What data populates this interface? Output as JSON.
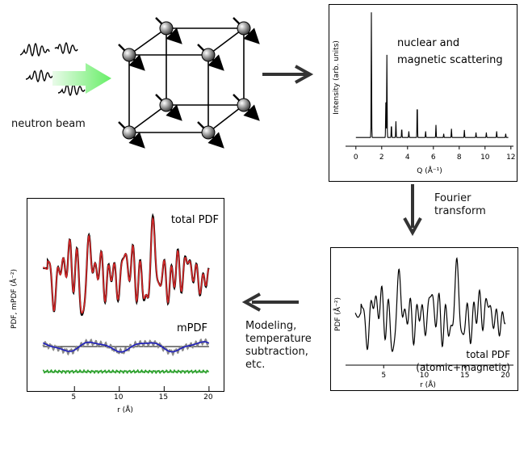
{
  "labels": {
    "neutron_beam": "neutron beam",
    "fourier_transform": [
      "Fourier",
      "transform"
    ],
    "modeling": [
      "Modeling,",
      "temperature",
      "subtraction,",
      "etc."
    ]
  },
  "diffraction": {
    "annotation": [
      "nuclear and",
      "magnetic scattering"
    ],
    "ylabel": "Intensity (arb. units)",
    "xlabel": "Q (Å⁻¹)",
    "xticks": [
      "0",
      "2",
      "4",
      "6",
      "8",
      "10",
      "12"
    ],
    "xlim": [
      -0.8,
      12.2
    ],
    "peaks": [
      {
        "q": 1.2,
        "h": 1.0
      },
      {
        "q": 2.4,
        "h": 0.66
      },
      {
        "q": 2.32,
        "h": 0.28
      },
      {
        "q": 2.75,
        "h": 0.1
      },
      {
        "q": 3.1,
        "h": 0.13
      },
      {
        "q": 3.55,
        "h": 0.07
      },
      {
        "q": 4.1,
        "h": 0.05
      },
      {
        "q": 4.75,
        "h": 0.26
      },
      {
        "q": 5.4,
        "h": 0.05
      },
      {
        "q": 6.2,
        "h": 0.1
      },
      {
        "q": 6.8,
        "h": 0.03
      },
      {
        "q": 7.4,
        "h": 0.07
      },
      {
        "q": 8.4,
        "h": 0.06
      },
      {
        "q": 9.3,
        "h": 0.04
      },
      {
        "q": 10.1,
        "h": 0.04
      },
      {
        "q": 10.9,
        "h": 0.05
      },
      {
        "q": 11.6,
        "h": 0.03
      }
    ]
  },
  "pdf_right": {
    "ylabel": "PDF (Å⁻²)",
    "xlabel": "r (Å)",
    "xticks": [
      "5",
      "10",
      "15",
      "20"
    ],
    "xlim": [
      0.3,
      21
    ],
    "annotation": [
      "total PDF",
      "(atomic+magnetic)"
    ]
  },
  "pdf_left": {
    "ylabel": "PDF, mPDF (Å⁻²)",
    "xlabel": "r (Å)",
    "xticks": [
      "5",
      "10",
      "15",
      "20"
    ],
    "xlim": [
      0.3,
      21
    ],
    "label_total": "total PDF",
    "label_mpdf": "mPDF"
  },
  "colors": {
    "data": "#000000",
    "fit": "#d62728",
    "mpdf_fit": "#1f1fbf",
    "mpdf_data": "#888888",
    "difference": "#2ca02c",
    "beam_arrow": "#7CFC7C",
    "arrow": "#333333"
  }
}
